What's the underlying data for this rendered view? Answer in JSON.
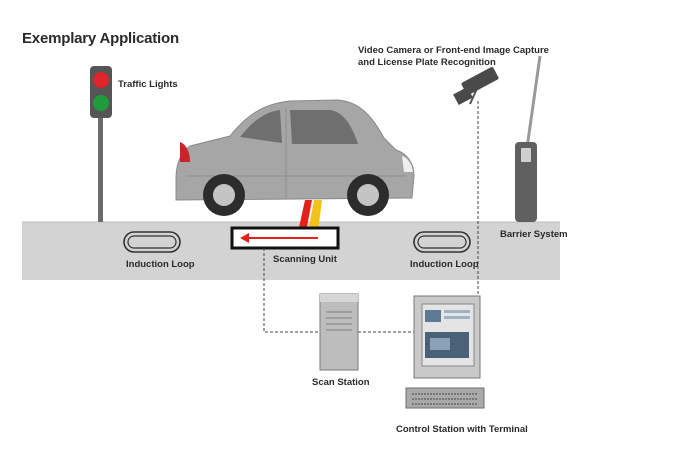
{
  "title": "Exemplary Application",
  "labels": {
    "traffic_lights": "Traffic Lights",
    "camera_line1": "Video Camera or Front-end Image Capture",
    "camera_line2": "and License Plate Recognition",
    "barrier_system": "Barrier System",
    "induction_loop_left": "Induction Loop",
    "induction_loop_right": "Induction Loop",
    "scanning_unit": "Scanning Unit",
    "scan_station": "Scan Station",
    "control_station": "Control Station with Terminal"
  },
  "colors": {
    "road": "#d3d3d3",
    "car_body": "#a6a6a6",
    "light_red": "#e0242a",
    "light_green": "#1e9c3c",
    "scan_red": "#e32119",
    "scan_yellow": "#f3c21a"
  },
  "icons": [
    "traffic-lights-icon",
    "camera-icon",
    "car-icon",
    "barrier-icon",
    "server-icon",
    "computer-terminal-icon"
  ]
}
